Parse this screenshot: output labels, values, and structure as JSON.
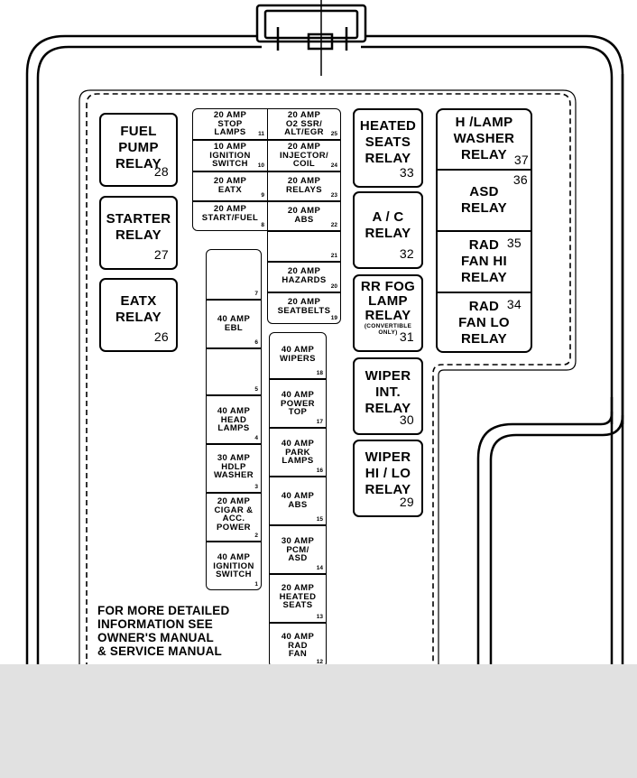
{
  "relays": [
    {
      "id": "fuel-pump-relay",
      "label": "FUEL\nPUMP\nRELAY",
      "num": "28"
    },
    {
      "id": "starter-relay",
      "label": "STARTER\nRELAY",
      "num": "27"
    },
    {
      "id": "eatx-relay",
      "label": "EATX\nRELAY",
      "num": "26"
    },
    {
      "id": "heated-seats-relay",
      "label": "HEATED\nSEATS\nRELAY",
      "num": "33"
    },
    {
      "id": "ac-relay",
      "label": "A / C\nRELAY",
      "num": "32"
    },
    {
      "id": "rr-fog-lamp-relay",
      "label": "RR FOG\nLAMP\nRELAY",
      "sub": "(CONVERTIBLE\nONLY)",
      "num": "31"
    },
    {
      "id": "wiper-int-relay",
      "label": "WIPER\nINT.\nRELAY",
      "num": "30"
    },
    {
      "id": "wiper-hi-lo-relay",
      "label": "WIPER\nHI / LO\nRELAY",
      "num": "29"
    },
    {
      "id": "h-lamp-washer-relay",
      "label": "H /LAMP\nWASHER\nRELAY",
      "num": "37"
    },
    {
      "id": "asd-relay",
      "label": "ASD\nRELAY",
      "num": "36"
    },
    {
      "id": "rad-fan-hi-relay",
      "label": "RAD\nFAN HI\nRELAY",
      "num": "35"
    },
    {
      "id": "rad-fan-lo-relay",
      "label": "RAD\nFAN LO\nRELAY",
      "num": "34"
    }
  ],
  "fuses": [
    {
      "num": "11",
      "label": "20 AMP\nSTOP\nLAMPS"
    },
    {
      "num": "10",
      "label": "10 AMP\nIGNITION\nSWITCH"
    },
    {
      "num": "9",
      "label": "20 AMP\nEATX"
    },
    {
      "num": "8",
      "label": "20 AMP\nSTART/FUEL"
    },
    {
      "num": "25",
      "label": "20 AMP\nO2 SSR/\nALT/EGR"
    },
    {
      "num": "24",
      "label": "20 AMP\nINJECTOR/\nCOIL"
    },
    {
      "num": "23",
      "label": "20 AMP\nRELAYS"
    },
    {
      "num": "22",
      "label": "20 AMP\nABS"
    },
    {
      "num": "21",
      "label": ""
    },
    {
      "num": "20",
      "label": "20 AMP\nHAZARDS"
    },
    {
      "num": "19",
      "label": "20 AMP\nSEATBELTS"
    },
    {
      "num": "7",
      "label": ""
    },
    {
      "num": "6",
      "label": "40 AMP\nEBL"
    },
    {
      "num": "5",
      "label": ""
    },
    {
      "num": "4",
      "label": "40 AMP\nHEAD\nLAMPS"
    },
    {
      "num": "3",
      "label": "30 AMP\nHDLP\nWASHER"
    },
    {
      "num": "2",
      "label": "20 AMP\nCIGAR &\nACC.\nPOWER"
    },
    {
      "num": "1",
      "label": "40 AMP\nIGNITION\nSWITCH"
    },
    {
      "num": "18",
      "label": "40 AMP\nWIPERS"
    },
    {
      "num": "17",
      "label": "40 AMP\nPOWER\nTOP"
    },
    {
      "num": "16",
      "label": "40 AMP\nPARK\nLAMPS"
    },
    {
      "num": "15",
      "label": "40 AMP\nABS"
    },
    {
      "num": "14",
      "label": "30 AMP\nPCM/\nASD"
    },
    {
      "num": "13",
      "label": "20 AMP\nHEATED\nSEATS"
    },
    {
      "num": "12",
      "label": "40 AMP\nRAD\nFAN"
    }
  ],
  "note": "FOR MORE DETAILED\nINFORMATION SEE\nOWNER'S MANUAL\n& SERVICE MANUAL"
}
